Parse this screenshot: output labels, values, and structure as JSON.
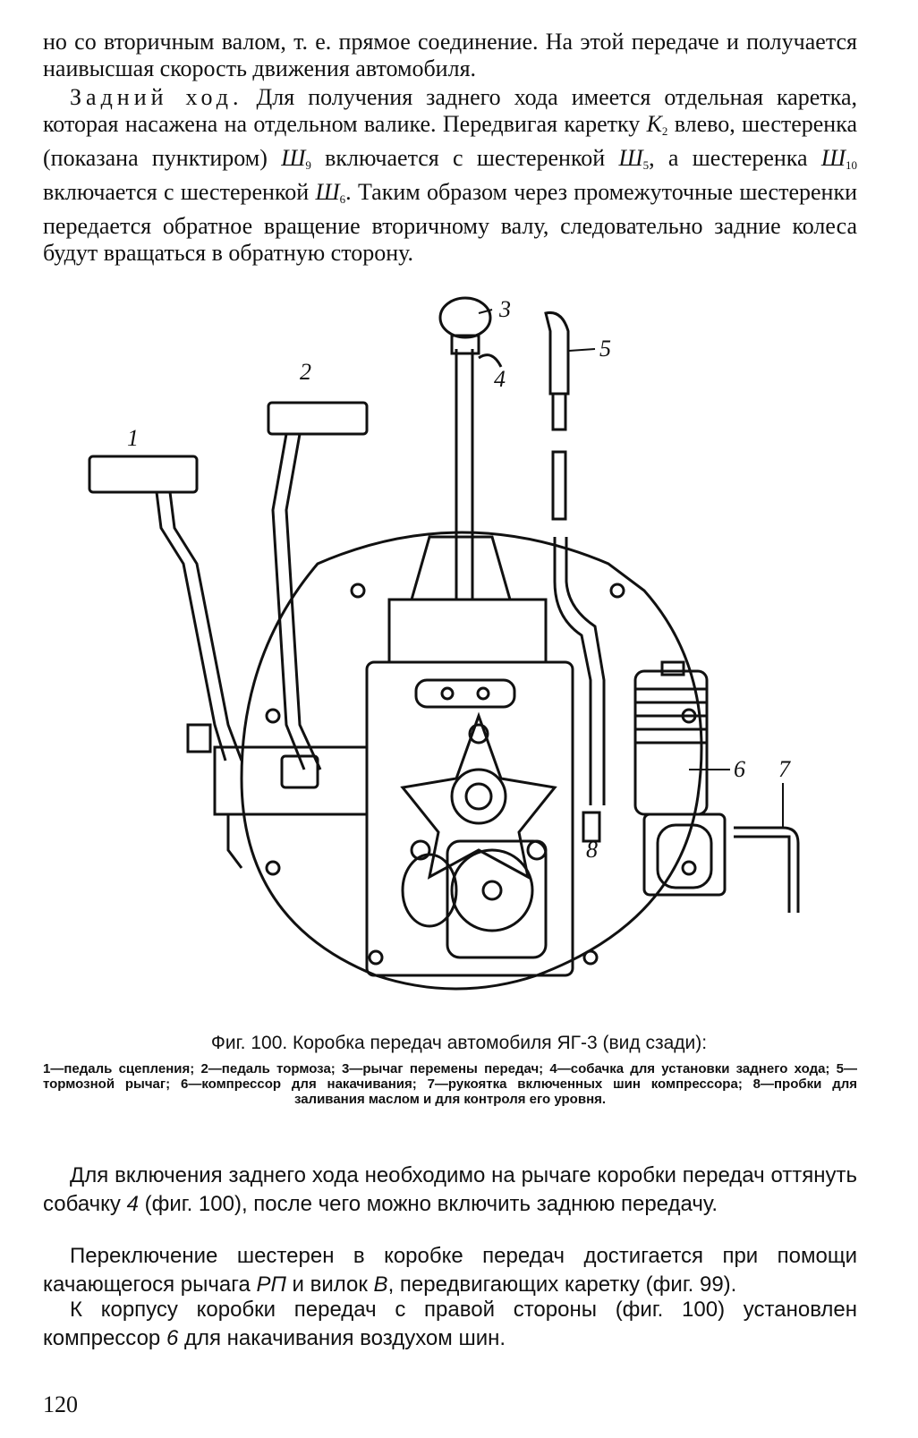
{
  "text": {
    "para1": "но со вторичным валом, т. е. прямое соединение. На этой передаче и получается наивысшая скорость движения автомобиля.",
    "para2_heading": "Задний ход.",
    "para2_a": " Для получения заднего хода имеется отдельная каретка, которая насажена на отдельном валике. Передвигая каретку ",
    "para2_k": "К",
    "para2_k_sub": "2",
    "para2_b": " влево, шестеренка (показана пунктиром) ",
    "para2_sh9": "Ш",
    "para2_sh9_sub": "9",
    "para2_c": " включается с шестеренкой ",
    "para2_sh5": "Ш",
    "para2_sh5_sub": "5",
    "para2_d": ", а шестеренка ",
    "para2_sh10": "Ш",
    "para2_sh10_sub": "10",
    "para2_e": " включается с шестеренкой ",
    "para2_sh6": "Ш",
    "para2_sh6_sub": "6",
    "para2_f": ". Таким образом через промежуточные шестеренки передается обратное вращение вторичному валу, следовательно задние колеса будут вращаться в обратную сторону.",
    "para3_a": "Для включения заднего хода необходимо на рычаге коробки передач оттянуть собачку ",
    "para3_num": "4",
    "para3_b": " (фиг. 100), после чего можно включить заднюю передачу.",
    "para4_a": "Переключение шестерен в коробке передач достигается при помощи качающегося рычага ",
    "para4_rp": "РП",
    "para4_b": " и вилок ",
    "para4_v": "В",
    "para4_c": ", передвигающих каретку (фиг. 99).",
    "para5_a": "К корпусу коробки передач с правой стороны (фиг. 100) установлен компрессор ",
    "para5_num": "6",
    "para5_b": " для накачивания воздухом шин.",
    "page_number": "120"
  },
  "figure": {
    "caption_title": "Фиг. 100. Коробка передач автомобиля ЯГ-3 (вид сзади):",
    "caption_legend": "1—педаль сцепления; 2—педаль тормоза; 3—рычаг перемены передач; 4—собачка для установки заднего хода; 5—тормозной рычаг; 6—компрессор для накачивания; 7—рукоятка включенных шин компрессора; 8—пробки для заливания маслом и для контроля его уровня.",
    "labels": [
      "1",
      "2",
      "3",
      "4",
      "5",
      "6",
      "7",
      "8"
    ]
  }
}
